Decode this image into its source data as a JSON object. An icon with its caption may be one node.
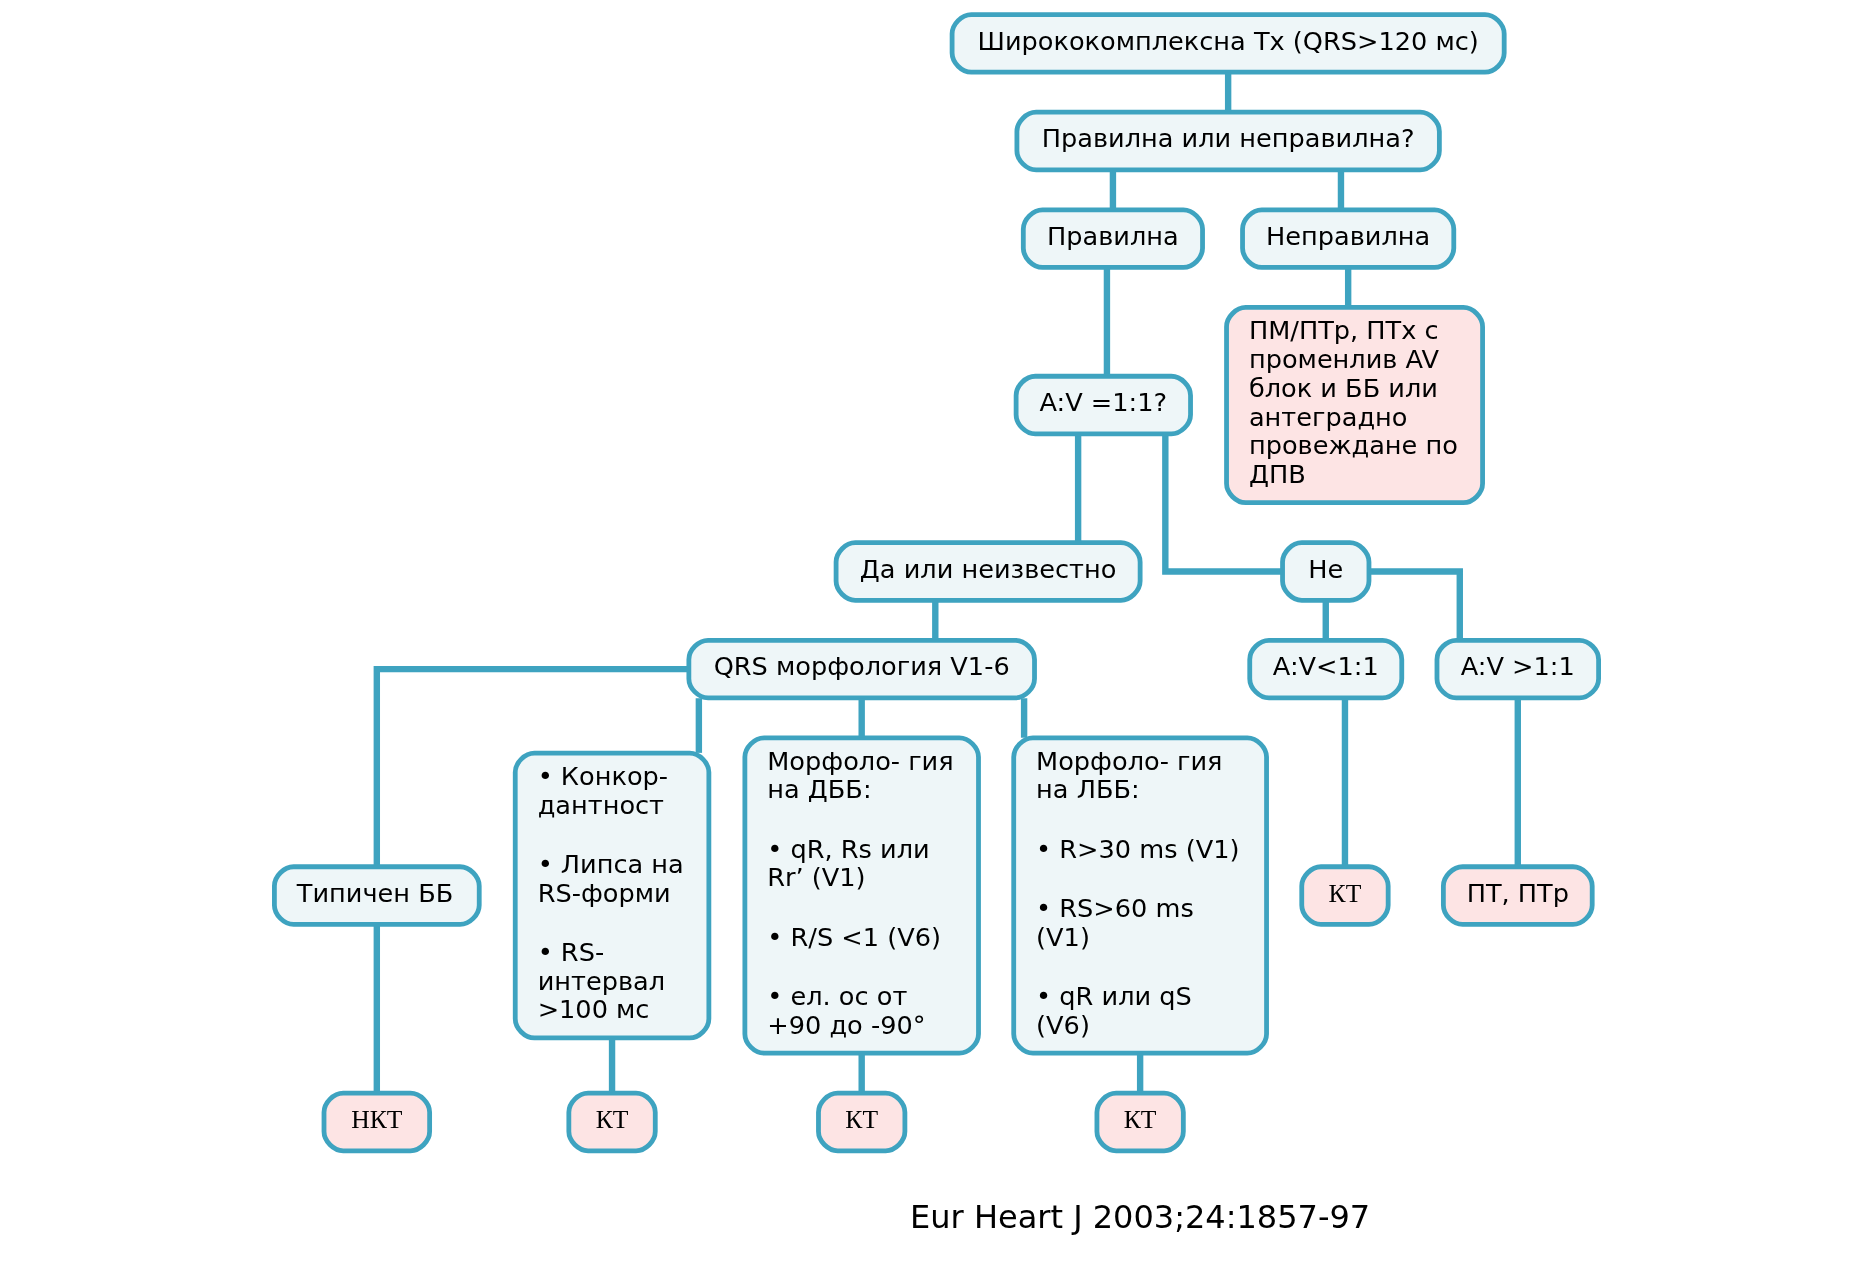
{
  "diagram": {
    "nodes": [
      {
        "text": [
          "Ширококомплексна Тх (QRS>120 мс)"
        ]
      },
      {
        "text": [
          "Правилна или неправилна?"
        ]
      },
      {
        "text": [
          "Правилна"
        ]
      },
      {
        "text": [
          "Неправилна"
        ]
      },
      {
        "text": [
          "A:V =1:1?"
        ]
      },
      {
        "text": [
          "Да или неизвестно"
        ]
      },
      {
        "text": [
          "Не"
        ]
      },
      {
        "text": [
          "QRS морфология V1-6"
        ]
      },
      {
        "text": [
          "A:V<1:1"
        ]
      },
      {
        "text": [
          "A:V >1:1"
        ]
      },
      {
        "text": [
          "Типичен ББ"
        ]
      },
      {
        "text": [
          "• Конкор- дантност",
          "• Липса на RS-форми",
          "• RS- интервал >100 мс"
        ]
      },
      {
        "text": [
          "Морфоло- гия на ДББ:",
          "• qR, Rs или Rr’ (V1)",
          "• R/S <1 (V6)",
          "• ел. ос от +90 до -90°"
        ]
      },
      {
        "text": [
          "Морфоло- гия на ЛББ:",
          "• R>30 ms (V1)",
          "• RS>60 ms (V1)",
          "• qR или qS (V6)"
        ]
      },
      {
        "text": [
          "КТ"
        ]
      },
      {
        "text": [
          "ПТ, ПТр"
        ]
      },
      {
        "text": [
          "ПМ/ПТр, ПТх с променлив AV блок и ББ или антеградно провеждане по ДПВ"
        ]
      },
      {
        "text": [
          "НКТ"
        ]
      },
      {
        "text": [
          "КТ"
        ]
      },
      {
        "text": [
          "КТ"
        ]
      },
      {
        "text": [
          "КТ"
        ]
      }
    ],
    "edges": [
      {
        "from": 0,
        "to": 1,
        "arrow": "none"
      },
      {
        "from": 1,
        "to": 2,
        "arrow": "none"
      },
      {
        "from": 1,
        "to": 3,
        "arrow": "none"
      },
      {
        "from": 2,
        "to": 4,
        "arrow": "none"
      },
      {
        "from": 4,
        "to": 5,
        "arrow": "none"
      },
      {
        "from": 4,
        "to": 6,
        "arrow": "none"
      },
      {
        "from": 5,
        "to": 7,
        "arrow": "none"
      },
      {
        "from": 6,
        "to": 8,
        "arrow": "none"
      },
      {
        "from": 6,
        "to": 9,
        "arrow": "none"
      },
      {
        "from": 7,
        "to": 10,
        "arrow": "none"
      },
      {
        "from": 7,
        "to": 11,
        "arrow": "none"
      },
      {
        "from": 7,
        "to": 12,
        "arrow": "none"
      },
      {
        "from": 7,
        "to": 13,
        "arrow": "none"
      },
      {
        "from": 8,
        "to": 14,
        "arrow": "none"
      },
      {
        "from": 9,
        "to": 15,
        "arrow": "none"
      },
      {
        "from": 3,
        "to": 16,
        "arrow": "none"
      },
      {
        "from": 10,
        "to": 17,
        "arrow": "none"
      },
      {
        "from": 11,
        "to": 18,
        "arrow": "none"
      },
      {
        "from": 12,
        "to": 19,
        "arrow": "none"
      },
      {
        "from": 13,
        "to": 20,
        "arrow": "none"
      }
    ],
    "labels": [
      "Eur Heart J 2003;24:1857-97"
    ]
  }
}
